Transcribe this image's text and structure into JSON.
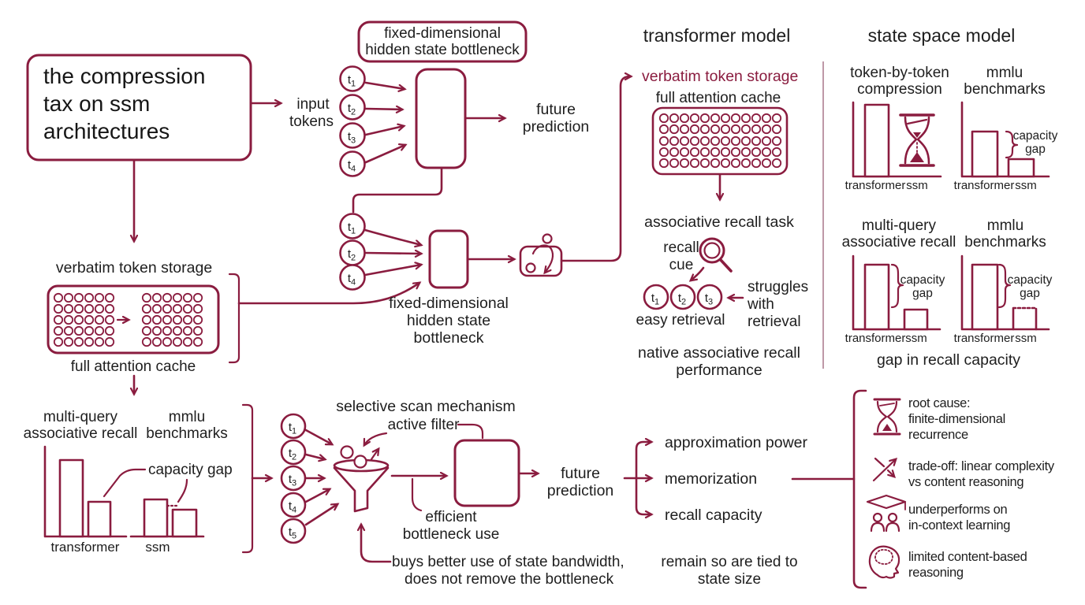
{
  "colors": {
    "ink": "#8a1c3f",
    "text": "#1e1e1e",
    "divider": "#b78d9d",
    "background": "#ffffff"
  },
  "title": {
    "line1": "the compression",
    "line2": "tax on ssm",
    "line3": "architectures"
  },
  "tokens": {
    "base": "t",
    "subs": [
      "1",
      "2",
      "3",
      "4",
      "5"
    ]
  },
  "top_flow": {
    "input_label_line1": "input",
    "input_label_line2": "tokens",
    "bottleneck_box_line1": "fixed-dimensional",
    "bottleneck_box_line2": "hidden state bottleneck",
    "future_line1": "future",
    "future_line2": "prediction"
  },
  "mid_flow": {
    "bottleneck_line1": "fixed-dimensional",
    "bottleneck_line2": "hidden state",
    "bottleneck_line3": "bottleneck"
  },
  "left_storage": {
    "heading": "verbatim token storage",
    "cache_label": "full attention cache"
  },
  "transformer_panel": {
    "heading": "transformer model",
    "storage_label": "verbatim token storage",
    "cache_label": "full attention cache",
    "recall_task": "associative recall task",
    "recall_cue_line1": "recall",
    "recall_cue_line2": "cue",
    "easy": "easy retrieval",
    "struggles_line1": "struggles",
    "struggles_line2": "with",
    "struggles_line3": "retrieval",
    "native_line1": "native associative recall",
    "native_line2": "performance"
  },
  "ssm_panel": {
    "heading": "state space model",
    "charts": [
      {
        "title_line1": "token-by-token",
        "title_line2": "compression",
        "x1": "transformer",
        "x2": "ssm"
      },
      {
        "title_line1": "mmlu",
        "title_line2": "benchmarks",
        "gap_line1": "capacity",
        "gap_line2": "gap",
        "x1": "transformer",
        "x2": "ssm"
      },
      {
        "title_line1": "multi-query",
        "title_line2": "associative recall",
        "gap_line1": "capacity",
        "gap_line2": "gap",
        "x1": "transformer",
        "x2": "ssm"
      },
      {
        "title_line1": "mmlu",
        "title_line2": "benchmarks",
        "gap_line1": "capacity",
        "gap_line2": "gap",
        "x1": "transformer",
        "x2": "ssm"
      }
    ],
    "caption": "gap in recall capacity"
  },
  "bottom_left": {
    "chart1_title_line1": "multi-query",
    "chart1_title_line2": "associative recall",
    "chart2_title_line1": "mmlu",
    "chart2_title_line2": "benchmarks",
    "gap_label": "capacity gap",
    "x1": "transformer",
    "x2": "ssm"
  },
  "bottom_flow": {
    "heading": "selective scan mechanism",
    "active_filter": "active filter",
    "efficient_line1": "efficient",
    "efficient_line2": "bottleneck use",
    "note_line1": "buys better use of state bandwidth,",
    "note_line2": "does not remove the bottleneck",
    "future_line1": "future",
    "future_line2": "prediction",
    "branch1": "approximation power",
    "branch2": "memorization",
    "branch3": "recall capacity",
    "remain_line1": "remain so are tied to",
    "remain_line2": "state size"
  },
  "conclusions": {
    "items": [
      {
        "line1": "root cause:",
        "line2": "finite-dimensional",
        "line3": "recurrence"
      },
      {
        "line1": "trade-off: linear complexity",
        "line2": "vs content reasoning"
      },
      {
        "line1": "underperforms on",
        "line2": "in-context learning"
      },
      {
        "line1": "limited content-based",
        "line2": "reasoning"
      }
    ]
  }
}
